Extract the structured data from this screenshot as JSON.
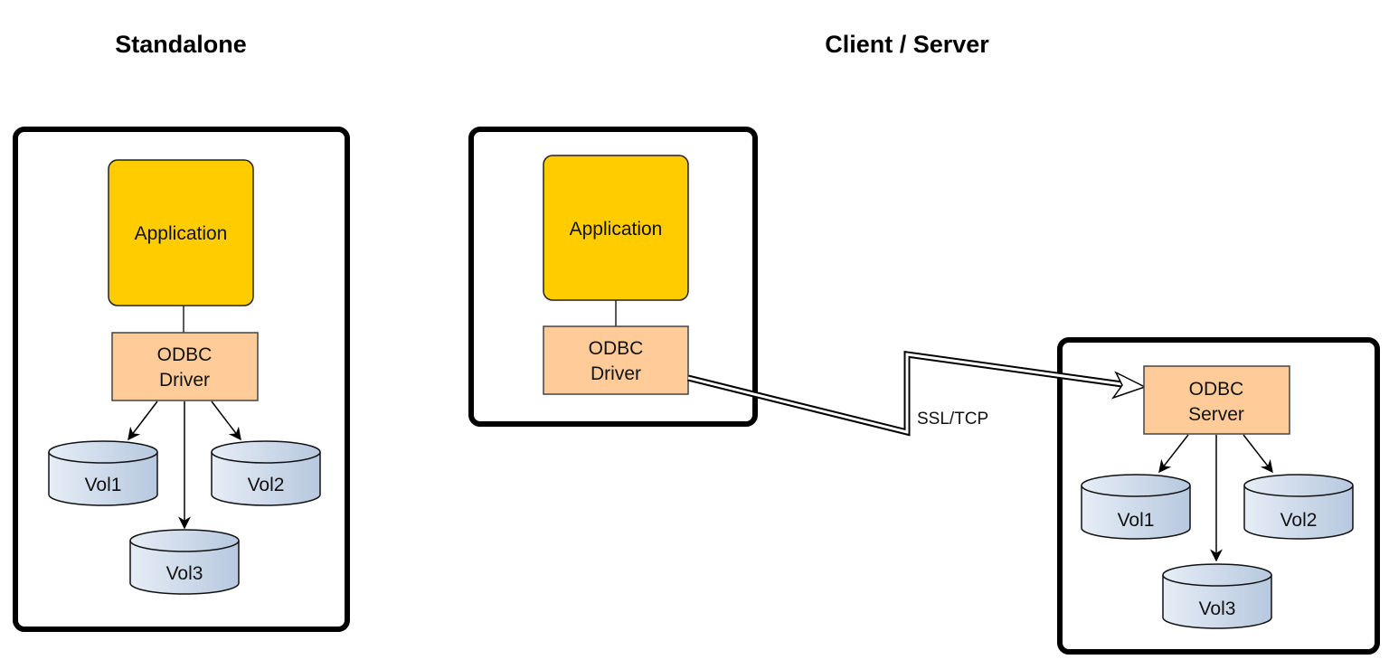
{
  "sections": {
    "standalone": {
      "title": "Standalone",
      "application": "Application",
      "driver_line1": "ODBC",
      "driver_line2": "Driver",
      "volumes": [
        "Vol1",
        "Vol2",
        "Vol3"
      ]
    },
    "client_server": {
      "title": "Client / Server",
      "client": {
        "application": "Application",
        "driver_line1": "ODBC",
        "driver_line2": "Driver"
      },
      "connection_label": "SSL/TCP",
      "server": {
        "server_line1": "ODBC",
        "server_line2": "Server",
        "volumes": [
          "Vol1",
          "Vol2",
          "Vol3"
        ]
      }
    }
  },
  "colors": {
    "application_fill": "#ffcc00",
    "driver_fill": "#ffcc99",
    "volume_fill_light": "#e4ebf5",
    "volume_fill_dark": "#b8c9e0",
    "frame": "#000000"
  }
}
